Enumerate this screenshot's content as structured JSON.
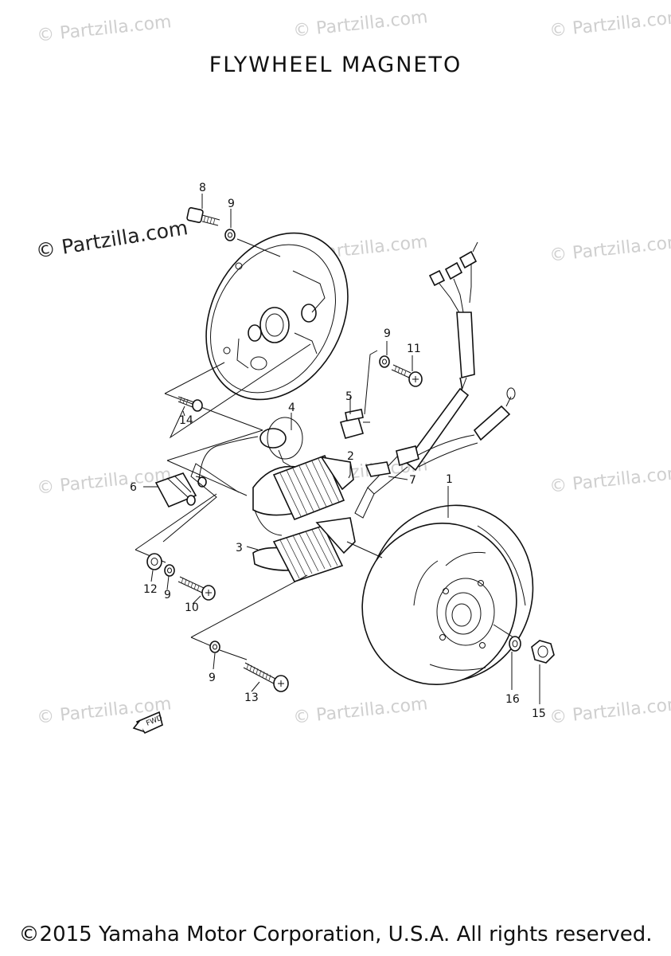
{
  "title": "FLYWHEEL MAGNETO",
  "copyright": "©2015 Yamaha Motor Corporation, U.S.A. All rights reserved.",
  "watermark": {
    "primary": "© Partzilla.com",
    "faint": "© Partzilla.com"
  },
  "fwd_label": "FWD",
  "callouts": {
    "c1": "1",
    "c2": "2",
    "c3": "3",
    "c4": "4",
    "c5": "5",
    "c6": "6",
    "c7": "7",
    "c8": "8",
    "c9a": "9",
    "c9b": "9",
    "c9c": "9",
    "c9d": "9",
    "c10": "10",
    "c11": "11",
    "c12": "12",
    "c13": "13",
    "c14": "14",
    "c15": "15",
    "c16": "16"
  }
}
